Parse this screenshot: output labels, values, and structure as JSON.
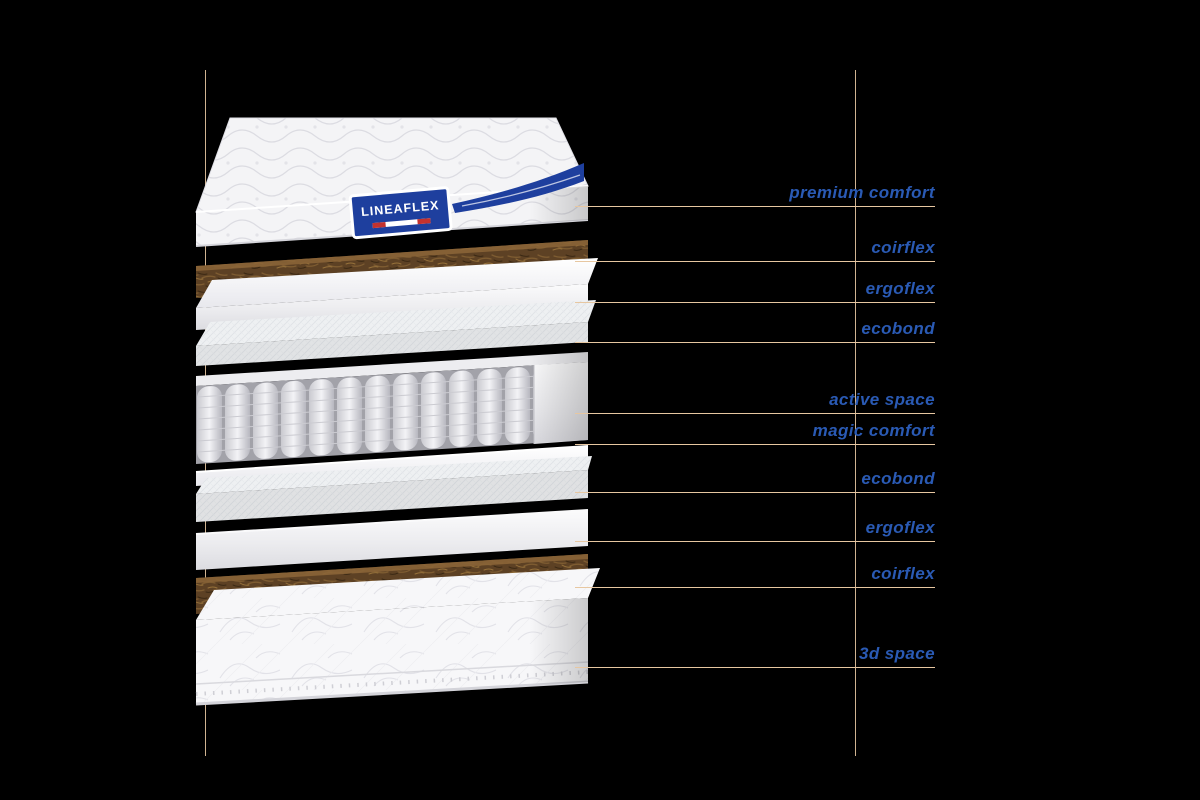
{
  "brand": {
    "logo_text": "LINEAFLEX"
  },
  "diagram": {
    "layers": [
      {
        "label": "premium comfort"
      },
      {
        "label": "coirflex"
      },
      {
        "label": "ergoflex"
      },
      {
        "label": "ecobond"
      },
      {
        "label": "active space"
      },
      {
        "label": "magic comfort"
      },
      {
        "label": "ecobond"
      },
      {
        "label": "ergoflex"
      },
      {
        "label": "coirflex"
      },
      {
        "label": "3d space"
      }
    ],
    "colors": {
      "label": "#2a5ab4",
      "line": "#e7c7a1",
      "background": "#000000",
      "brand_blue": "#1e3f9e",
      "coir_brown": "#5d4124"
    }
  }
}
